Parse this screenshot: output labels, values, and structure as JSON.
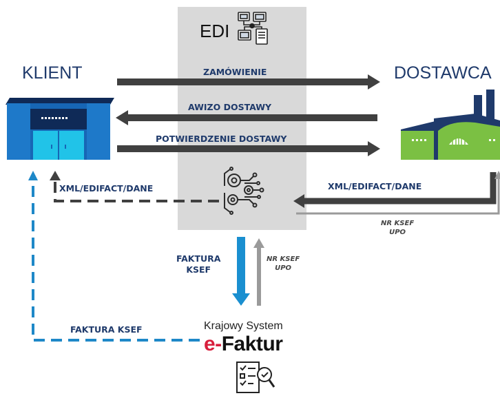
{
  "diagram": {
    "edi_title": "EDI",
    "klient_title": "KLIENT",
    "dostawca_title": "DOSTAWCA",
    "flows": {
      "zamowienie": "ZAMÓWIENIE",
      "awizo": "AWIZO DOSTAWY",
      "potwierdzenie": "POTWIERDZENIE DOSTAWY",
      "xml_left": "XML/EDIFACT/DANE",
      "xml_right": "XML/EDIFACT/DANE",
      "nr_ksef_right_1": "NR KSEF",
      "nr_ksef_right_2": "UPO",
      "faktura_ksef_down_1": "FAKTURA",
      "faktura_ksef_down_2": "KSEF",
      "nr_ksef_up_1": "NR KSEF",
      "nr_ksef_up_2": "UPO",
      "faktura_ksef_bottom": "FAKTURA KSEF"
    },
    "ksef": {
      "system_name": "Krajowy System",
      "logo_prefix": "e-",
      "logo_main": "Faktur"
    },
    "colors": {
      "dark_arrow": "#404040",
      "blue_arrow": "#1a8fd0",
      "dashed_blue": "#1e88c8",
      "gray_line": "#9a9a9a",
      "klient_blue": "#1766b5",
      "dostawca_green": "#7bc043",
      "dostawca_navy": "#1f3a6b"
    },
    "icons": [
      "computer-network-icon",
      "warehouse-building-icon",
      "factory-icon",
      "circuit-gears-icon",
      "document-checklist-icon"
    ]
  }
}
